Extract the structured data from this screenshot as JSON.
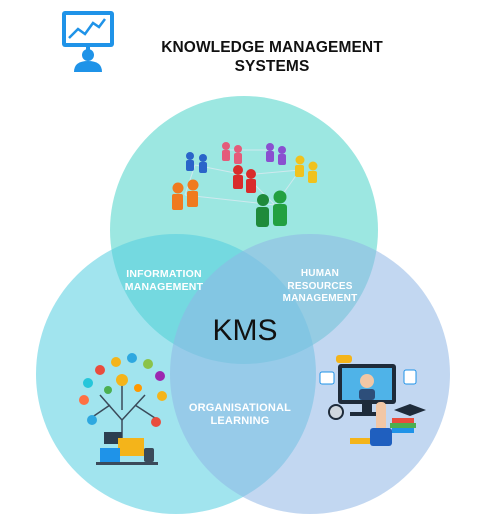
{
  "title": {
    "line1": "KNOWLEDGE MANAGEMENT",
    "line2": "SYSTEMS",
    "icon": "presentation-board-icon"
  },
  "venn": {
    "center_label": "KMS",
    "regions": {
      "info_mgmt": {
        "line1": "INFORMATION",
        "line2": "MANAGEMENT"
      },
      "hr_mgmt": {
        "line1": "HUMAN",
        "line2": "RESOURCES",
        "line3": "MANAGEMENT"
      },
      "org_learning": {
        "line1": "ORGANISATIONAL",
        "line2": "LEARNING"
      }
    },
    "circles": [
      {
        "name": "top",
        "color": "#5fd9cf"
      },
      {
        "name": "left",
        "color": "#53cde0"
      },
      {
        "name": "right",
        "color": "#8fb6e6"
      }
    ],
    "illustrations": [
      "people-network-icon",
      "tech-tree-icon",
      "online-learning-icon"
    ]
  },
  "colors": {
    "accent_blue": "#1f93e8",
    "label_text": "#ffffff",
    "center_text": "#111111"
  }
}
